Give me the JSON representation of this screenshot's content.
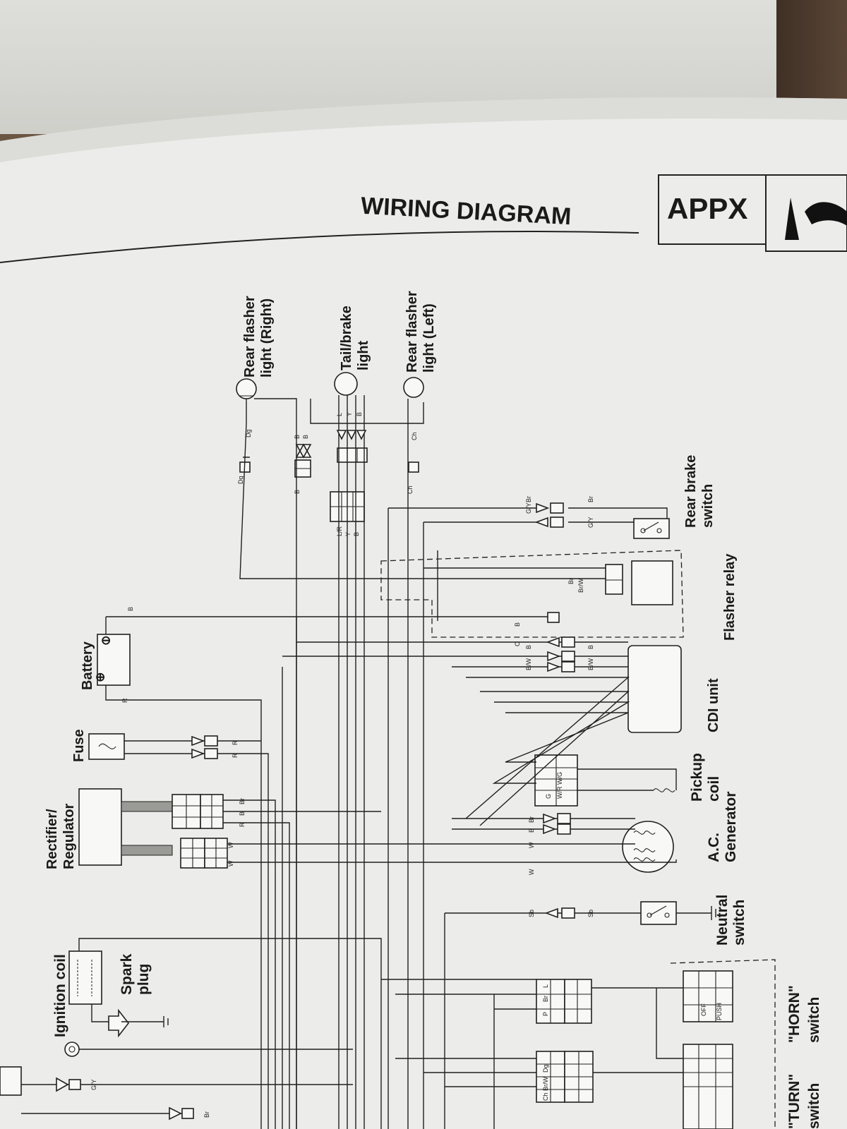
{
  "header": {
    "title": "WIRING DIAGRAM",
    "badge": "APPX"
  },
  "labels": {
    "rear_flasher_right": [
      "Rear flasher",
      "light (Right)"
    ],
    "tail_brake_light": [
      "Tail/brake",
      "light"
    ],
    "rear_flasher_left": [
      "Rear flasher",
      "light (Left)"
    ],
    "rear_brake_switch": [
      "Rear brake",
      "switch"
    ],
    "flasher_relay": "Flasher relay",
    "cdi_unit": "CDI unit",
    "pickup_coil": [
      "Pickup",
      "coil"
    ],
    "ac_generator": [
      "A.C.",
      "Generator"
    ],
    "neutral_switch": [
      "Neutral",
      "switch"
    ],
    "turn_switch": [
      "\"TURN\"",
      "switch"
    ],
    "horn_switch": [
      "\"HORN\"",
      "switch"
    ],
    "battery": "Battery",
    "fuse": "Fuse",
    "rectifier_regulator": [
      "Rectifier/",
      "Regulator"
    ],
    "ignition_coil": "Ignition coil",
    "spark_plug": [
      "Spark",
      "plug"
    ]
  },
  "wire_codes": {
    "dg": "Dg",
    "b": "B",
    "l": "L",
    "y": "Y",
    "ch": "Ch",
    "lr": "L/R",
    "gy": "G/Y",
    "br": "Br",
    "brw": "Br/W",
    "bw": "B/W",
    "o": "O",
    "r": "R",
    "w": "W",
    "sb": "Sb",
    "g": "G",
    "wrwg": "W/R W/G",
    "p": "P"
  },
  "connector_text": {
    "off": "OFF",
    "push": "PUSH"
  }
}
